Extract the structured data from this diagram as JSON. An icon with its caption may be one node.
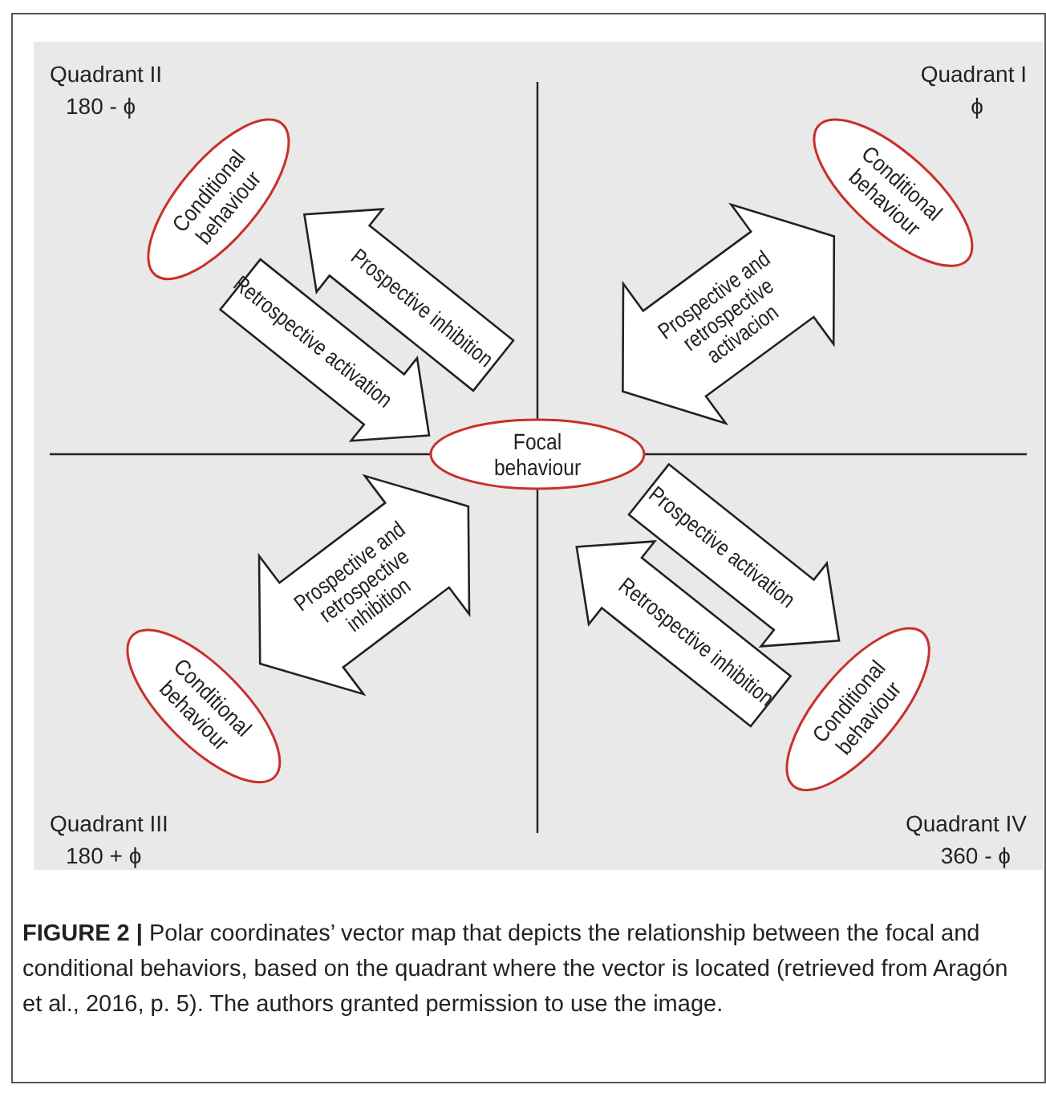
{
  "diagram": {
    "caption": "**FIGURE 2 |** Polar coordinates’ vector map that depicts the relationship between the focal and conditional behaviors, based on the quadrant where the vector is located (retrieved from Aragón et al., 2016, p. 5). The authors granted permission to use the image.",
    "nodes": [
      {
        "text": [
          "Conditional behaviour"
        ]
      },
      {
        "text": [
          "Conditional behaviour"
        ]
      },
      {
        "text": [
          "Focal behaviour"
        ]
      },
      {
        "text": [
          "Conditional behaviour"
        ]
      },
      {
        "text": [
          "Conditional behaviour"
        ]
      }
    ],
    "edges": [
      {
        "from": 2,
        "to": 0,
        "arrow": "to",
        "label": "Prospective inhibition",
        "style": "thick"
      },
      {
        "from": 0,
        "to": 2,
        "arrow": "to",
        "label": "Retrospective activation",
        "style": "thick"
      },
      {
        "from": 2,
        "to": 1,
        "arrow": "both",
        "label": "Prospective and retrospective activacion",
        "style": "thick"
      },
      {
        "from": 2,
        "to": 3,
        "arrow": "both",
        "label": "Prospective and retrospective inhibition",
        "style": "thick"
      },
      {
        "from": 2,
        "to": 4,
        "arrow": "to",
        "label": "Prospective activation",
        "style": "thick"
      },
      {
        "from": 4,
        "to": 2,
        "arrow": "to",
        "label": "Retrospective inhibition",
        "style": "thick"
      }
    ],
    "labels": [
      "Quadrant II",
      "180 - ϕ",
      "Quadrant I",
      "ϕ",
      "Quadrant III",
      "180 + ϕ",
      "Quadrant IV",
      "360 - ϕ"
    ]
  }
}
